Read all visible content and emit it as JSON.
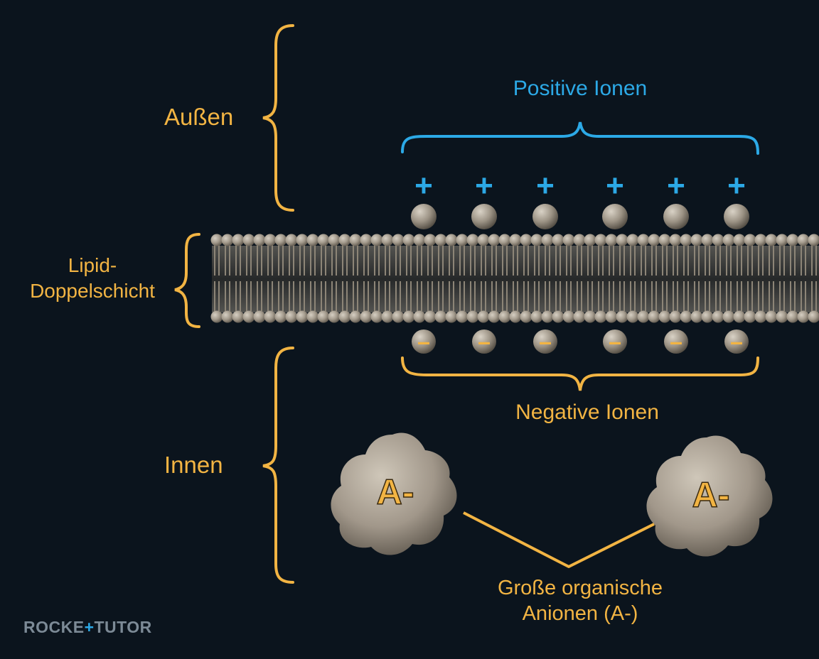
{
  "labels": {
    "outside": "Außen",
    "inside": "Innen",
    "lipid_line1": "Lipid-",
    "lipid_line2": "Doppelschicht",
    "positive_ions": "Positive Ionen",
    "negative_ions": "Negative Ionen",
    "anions_line1": "Große organische",
    "anions_line2": "Anionen (A-)"
  },
  "ion_symbols": {
    "plus": "+",
    "minus": "–"
  },
  "anion_label": "A-",
  "logo": {
    "part1": "ROCKE",
    "accent": "+",
    "part2": "TUTOR"
  },
  "colors": {
    "background": "#0b141d",
    "orange": "#f2b443",
    "blue": "#2ca9e6",
    "membrane": "#a39a8c"
  }
}
